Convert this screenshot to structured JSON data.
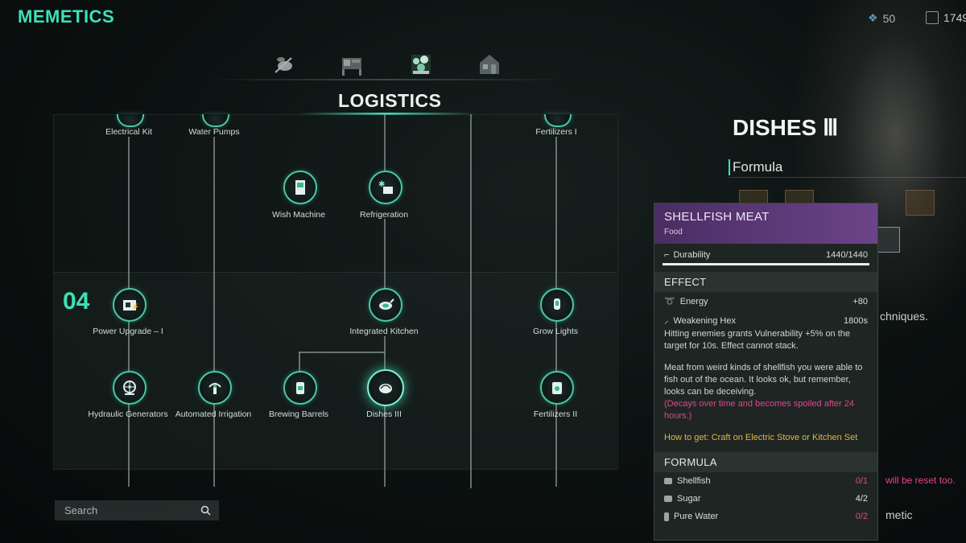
{
  "header": {
    "app_title": "MEMETICS",
    "resource_1": "50",
    "resource_2": "1749",
    "resource_1_icon": "crystal-icon",
    "resource_2_icon": "memetic-points-icon"
  },
  "category_tabs": [
    {
      "icon": "bee-icon"
    },
    {
      "icon": "workbench-icon"
    },
    {
      "icon": "plant-icon",
      "active": true
    },
    {
      "icon": "house-icon"
    }
  ],
  "tree": {
    "section_title": "LOGISTICS",
    "tier_label": "04",
    "nodes": {
      "electrical_kit": "Electrical Kit",
      "water_pumps": "Water Pumps",
      "fertilizers_1": "Fertilizers I",
      "wish_machine": "Wish Machine",
      "refrigeration": "Refrigeration",
      "power_upgrade": "Power Upgrade – I",
      "integrated_kitchen": "Integrated Kitchen",
      "grow_lights": "Grow Lights",
      "hydraulic_generators": "Hydraulic Generators",
      "automated_irrigation": "Automated Irrigation",
      "brewing_barrels": "Brewing Barrels",
      "dishes_3": "Dishes III",
      "fertilizers_2": "Fertilizers II"
    }
  },
  "search": {
    "placeholder": "Search"
  },
  "detail": {
    "title": "DISHES Ⅲ",
    "formula_label": "Formula",
    "bg_text_techniques": "chniques.",
    "bg_text_reset": "will be reset too.",
    "bg_text_memetic": "metic"
  },
  "tooltip": {
    "name": "SHELLFISH MEAT",
    "type": "Food",
    "durability_label": "Durability",
    "durability_value": "1440/1440",
    "durability_fraction": 1.0,
    "effect_header": "EFFECT",
    "energy_label": "Energy",
    "energy_value": "+80",
    "hex_label": "Weakening Hex",
    "hex_value": "1800s",
    "hex_desc": "Hitting enemies grants Vulnerability +5% on the target for 10s. Effect cannot stack.",
    "description": "Meat from weird kinds of shellfish you were able to fish out of the ocean. It looks ok, but remember, looks can be deceiving.",
    "decay_note": "(Decays over time and becomes spoiled after 24 hours.)",
    "how_to_get": "How to get: Craft on Electric Stove or Kitchen Set",
    "formula_header": "FORMULA",
    "ingredients": [
      {
        "name": "Shellfish",
        "amount": "0/1",
        "color": "#e0468e"
      },
      {
        "name": "Sugar",
        "amount": "4/2",
        "color": "#e3eae8"
      },
      {
        "name": "Pure Water",
        "amount": "0/2",
        "color": "#e0468e"
      }
    ]
  }
}
